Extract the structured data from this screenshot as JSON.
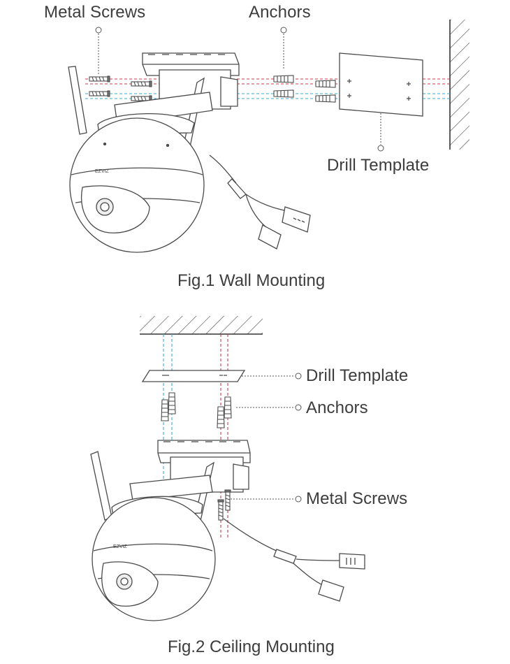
{
  "figure1": {
    "caption": "Fig.1 Wall Mounting",
    "labels": {
      "metal_screws": "Metal Screws",
      "anchors": "Anchors",
      "drill_template": "Drill Template"
    },
    "brand_text": "EZVIZ"
  },
  "figure2": {
    "caption": "Fig.2 Ceiling Mounting",
    "labels": {
      "drill_template": "Drill Template",
      "anchors": "Anchors",
      "metal_screws": "Metal Screws"
    },
    "brand_text": "EZVIZ"
  },
  "colors": {
    "line": "#4a4a4a",
    "guide_red": "#d23a4a",
    "guide_blue": "#3aa9d6",
    "leader": "#555555"
  }
}
